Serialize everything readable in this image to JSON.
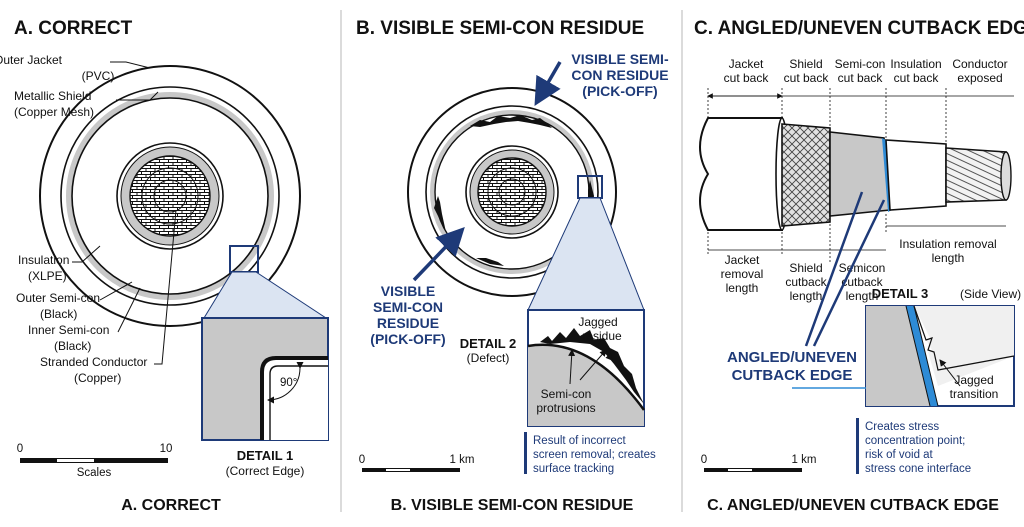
{
  "panels": [
    {
      "title": "A. CORRECT",
      "footer": "A. CORRECT",
      "labels": [
        [
          "Outer Jacket",
          "(PVC)"
        ],
        [
          "Metallic Shield",
          "(Copper Mesh)"
        ],
        [
          "Insulation",
          "(XLPE)"
        ],
        [
          "Outer Semi-con",
          "(Black)"
        ],
        [
          "Inner Semi-con",
          "(Black)"
        ],
        [
          "Stranded Conductor",
          "(Copper)"
        ]
      ],
      "detail_title": "DETAIL 1",
      "detail_sub": "(Correct Edge)",
      "angle": "90°",
      "scale_start": "0",
      "scale_end": "10",
      "scale_label": "Scales"
    },
    {
      "title": "B. VISIBLE SEMI-CON RESIDUE",
      "footer": "B. VISIBLE SEMI-CON RESIDUE",
      "callout_top": [
        "VISIBLE SEMI-",
        "CON RESIDUE",
        "(PICK-OFF)"
      ],
      "callout_left": [
        "VISIBLE",
        "SEMI-CON",
        "RESIDUE",
        "(PICK-OFF)"
      ],
      "detail_title": "DETAIL 2",
      "detail_sub": "(Defect)",
      "jagged": [
        "Jagged",
        "residue"
      ],
      "protrusions": [
        "Semi-con",
        "protrusions"
      ],
      "note": [
        "Result of incorrect",
        "screen removal; creates",
        "surface tracking"
      ],
      "scale_start": "0",
      "scale_end": "1 km"
    },
    {
      "title": "C. ANGLED/UNEVEN CUTBACK EDGE",
      "footer": "C. ANGLED/UNEVEN CUTBACK EDGE",
      "top_labels": [
        [
          "Jacket",
          "cut back"
        ],
        [
          "Shield",
          "cut back"
        ],
        [
          "Semi-con",
          "cut back"
        ],
        [
          "Insulation",
          "cut back"
        ],
        [
          "Conductor",
          "exposed"
        ]
      ],
      "bottom_labels": [
        [
          "Jacket",
          "removal",
          "length"
        ],
        [
          "Shield",
          "cutback",
          "length"
        ],
        [
          "Semicon",
          "cutback",
          "length"
        ],
        [
          "Insulation removal",
          "length"
        ]
      ],
      "detail_title": "DETAIL 3",
      "detail_sub": "(Side View)",
      "callout": [
        "ANGLED/UNEVEN",
        "CUTBACK EDGE"
      ],
      "jagged": [
        "Jagged",
        "transition"
      ],
      "note": [
        "Creates stress",
        "concentration point;",
        "risk of void at",
        "stress cone interface"
      ],
      "scale_start": "0",
      "scale_end": "1 km"
    }
  ],
  "colors": {
    "accent": "#1e3a78",
    "detail_blue": "#9fb6d8",
    "semicon_grey": "#c8c8c8",
    "highlight": "#2e8bd6"
  }
}
